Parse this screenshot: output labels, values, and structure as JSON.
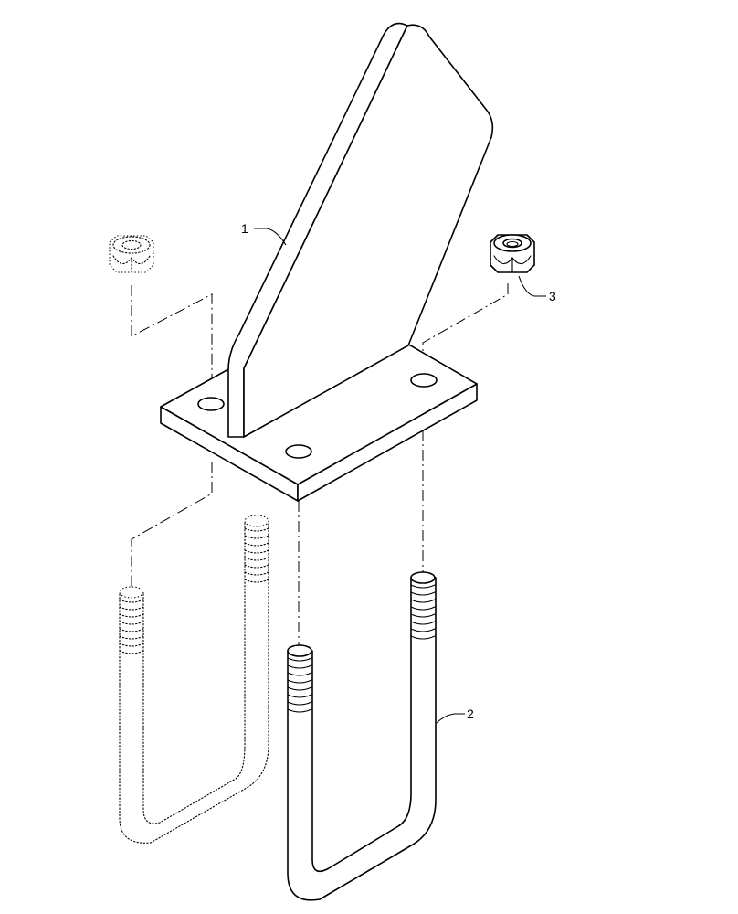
{
  "callouts": {
    "bracket": "1",
    "u_bolt": "2",
    "nut": "3"
  },
  "colors": {
    "line": "#000000",
    "background": "#ffffff"
  }
}
